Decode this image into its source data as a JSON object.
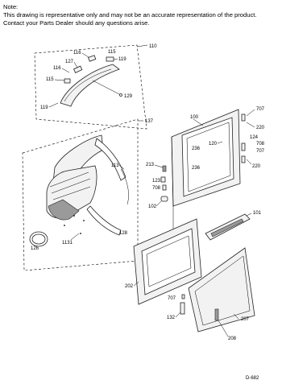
{
  "note": {
    "heading": "Note:",
    "line1": "This drawing is representative only and may not be an accurate representation of the product.",
    "line2": "Contact your Parts Dealer should any questions arise."
  },
  "diagram_code": "D-682",
  "labels": {
    "l110": "110",
    "l116": "116",
    "l115": "115",
    "l119a": "119",
    "l127": "127",
    "l116b": "116",
    "l115b": "115",
    "l129": "129",
    "l119b": "119",
    "l137": "137",
    "l113": "113",
    "l213": "213",
    "l123": "123",
    "l708a": "708",
    "l102": "102",
    "l128": "128",
    "l126": "126",
    "l1131": "1131",
    "l100": "100",
    "l707a": "707",
    "l220a": "220",
    "l120": "120",
    "l236a": "236",
    "l124": "124",
    "l708b": "708",
    "l707b": "707",
    "l220b": "220",
    "l236b": "236",
    "l101": "101",
    "l202": "202",
    "l707c": "707",
    "l132": "132",
    "l207": "207",
    "l208": "208"
  }
}
